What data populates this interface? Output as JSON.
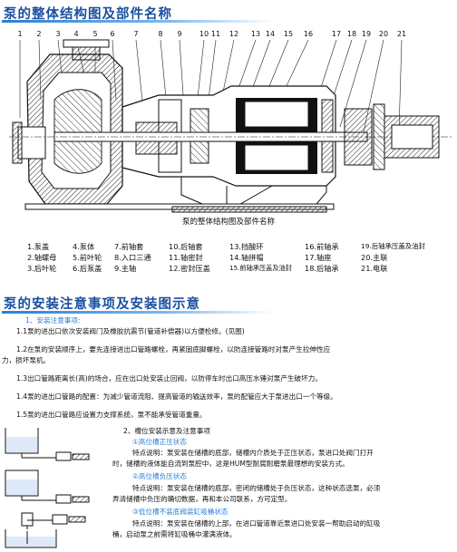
{
  "section1_title": "泵的整体结构图及部件名称",
  "callout_numbers": [
    "1",
    "2",
    "3",
    "4",
    "5",
    "6",
    "7",
    "8",
    "9",
    "10",
    "11",
    "12",
    "13",
    "14",
    "15",
    "16",
    "17",
    "18",
    "19",
    "20",
    "21"
  ],
  "diagram_caption": "泵的整体结构图及部件名称",
  "parts": [
    [
      "1.泵盖",
      "4.泵体",
      "7.前轴套",
      "10.后轴套",
      "13.挡酸环",
      "16.前轴承",
      "19.后轴承压盖及油封"
    ],
    [
      "2.轴螺母",
      "5.前叶轮",
      "8.入口三通",
      "11.轴密封",
      "14.轴拼帽",
      "17.轴座",
      "20.主联"
    ],
    [
      "3.后叶轮",
      "6.后泵盖",
      "9.主轴",
      "12.密封压盖",
      "15.前轴承压盖及油封",
      "18.后轴承",
      "21.电联"
    ]
  ],
  "section2_title": "泵的安装注意事项及安装图示意",
  "notes": {
    "h1": "1、安装注意事项:",
    "n11": "1.1泵的进出口依次安装阀门及橡胶抗震节(管道补偿器)以方便检修。(见图)",
    "n12a": "1.2在泵的安装顺序上，要先连接进出口管路螺栓，再紧固底脚螺栓，以防连接管路时对泵产生拉伸性应",
    "n12b": "力，损坏泵机。",
    "n13": "1.3出口管路距离长(高)的场合，应在出口处安装止回阀，以防停车时出口高压水锤对泵产生破坏力。",
    "n14": "1.4泵的进出口管路的配置：为减少管道流阻、提高管道的输送效率，泵的配管应大于泵进出口一个等级。",
    "n15": "1.5泵的进出口管路应设置力支撑系统，泵不能承受管道重量。",
    "h2": "2、槽位安装示意及注意事项",
    "c1": "①高位槽正压状态",
    "c1a": "特点说明：泵安装在储槽的底部，储槽内介质处于正压状态，泵进口处阀门打开",
    "c1b": "时，储槽的液体能自流到泵腔中，这是HUM型耐腐耐磨泵最理想的安装方式。",
    "c2": "②高位槽负压状态",
    "c2a": "特点说明：泵安装在储槽的底部，密闭的储槽处于负压状态，这种状态选泵，必须",
    "c2b": "弄清储槽中负压的确切数据，再和本公司联系，方可定型。",
    "c3": "③低位槽不装底阀装缸吸桶状态",
    "c3a": "特点说明：泵安装在储槽的上部，在进口管道靠近泵进口处安装一帮助启动的缸吸",
    "c3b": "桶，启动泵之前需将缸吸桶中灌满液体。"
  },
  "colors": {
    "title": "#1b4fa0",
    "accent": "#2a7fd4",
    "hatch": "#1a1a1a"
  }
}
